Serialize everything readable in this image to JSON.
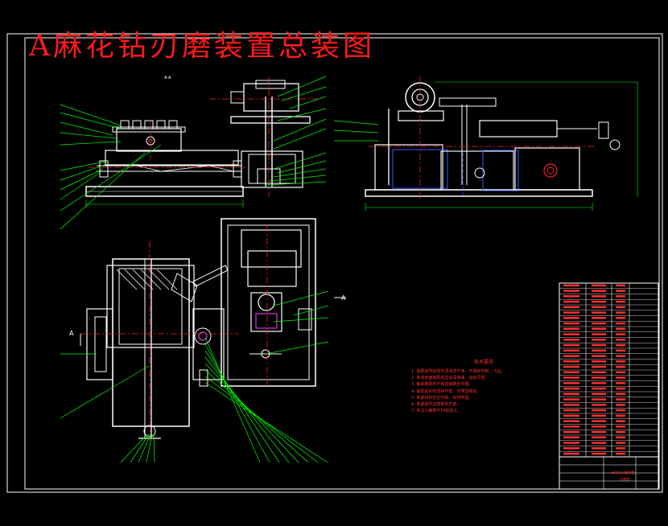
{
  "drawing": {
    "title": "A麻花钻刃磨装置总装图",
    "view_label_top": "A-A",
    "section_marker_left": "A",
    "section_marker_right": "A",
    "colors": {
      "background": "#000000",
      "frame": "#ffffff",
      "title": "#ff1a1a",
      "leader": "#00ff00",
      "centerline": "#ff2020",
      "hidden": "#3a5cff",
      "dimension": "#00ff00",
      "hatch": "#ff40ff",
      "table_text": "#ff3030"
    }
  },
  "tech_notes": {
    "heading": "技术要求",
    "lines": [
      "1. 装配前所有零件须清洗干净，不得有毛刺、飞边。",
      "2. 各滑动面装配后应涂润滑油，运动灵活。",
      "3. 轴承装配时不得直接敲击外圈。",
      "4. 装配后砂轮回转平稳，无明显跳动。",
      "5. 夹紧机构定位可靠，夹持牢固。",
      "6. 各紧固件应按规定拧紧。",
      "7. 未注公差按IT14级加工。"
    ]
  },
  "title_block": {
    "name": "麻花钻刃磨装置",
    "drawing_no": "总装图",
    "rows": 32
  }
}
